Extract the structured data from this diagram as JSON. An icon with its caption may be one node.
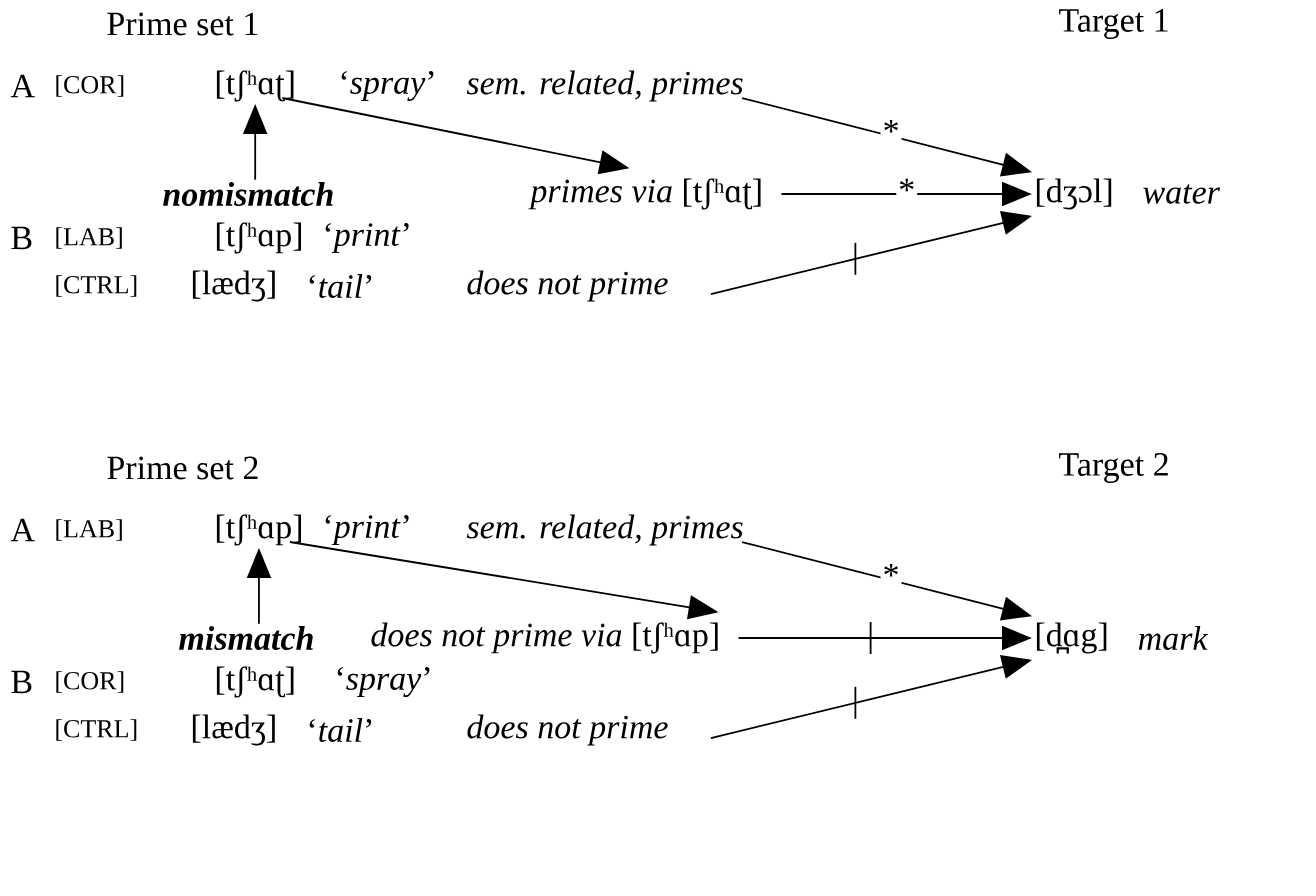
{
  "diagram": {
    "nodes": [
      {
        "text": [
          "[tʃʰɑʈ]"
        ]
      },
      {
        "text": [
          "nomismatch"
        ]
      },
      {
        "text": [
          "sem. related, primes"
        ]
      },
      {
        "text": [
          "*primes via* [tʃʰɑʈ]"
        ]
      },
      {
        "text": [
          "[dʒɔl]"
        ],
        "beside": [
          "water"
        ]
      },
      {
        "text": [
          "does not prime"
        ]
      },
      {
        "text": [
          "[tʃʰɑp]"
        ]
      },
      {
        "text": [
          "mismatch"
        ]
      },
      {
        "text": [
          "sem. related, primes"
        ]
      },
      {
        "text": [
          "*does not prime via* [tʃʰɑp]"
        ]
      },
      {
        "text": [
          "[d̪ɑg]"
        ],
        "beside": [
          "mark"
        ]
      },
      {
        "text": [
          "does not prime"
        ]
      }
    ],
    "edges": [
      {
        "from": 1,
        "to": 0,
        "arrow": "to"
      },
      {
        "from": 0,
        "to": 3,
        "arrow": "to"
      },
      {
        "from": 2,
        "to": 4,
        "arrow": "to",
        "label": "*"
      },
      {
        "from": 3,
        "to": 4,
        "arrow": "to",
        "label": "*"
      },
      {
        "from": 5,
        "to": 4,
        "arrow": "to"
      },
      {
        "from": 7,
        "to": 6,
        "arrow": "to"
      },
      {
        "from": 6,
        "to": 9,
        "arrow": "to"
      },
      {
        "from": 8,
        "to": 10,
        "arrow": "to",
        "label": "*"
      },
      {
        "from": 9,
        "to": 10,
        "arrow": "to"
      },
      {
        "from": 11,
        "to": 10,
        "arrow": "to"
      }
    ],
    "labels": [
      "Prime set 1",
      "Target 1",
      "A",
      "[COR]",
      "‘*spray*’",
      "B",
      "[LAB]",
      "[tʃʰɑp]",
      "‘*print*’",
      "[CTRL]",
      "[lædʒ]",
      "‘*tail*’",
      "Prime set 2",
      "Target 2",
      "A",
      "[LAB]",
      "‘*print*’",
      "B",
      "[COR]",
      "[tʃʰɑʈ]",
      "‘*spray*’",
      "[CTRL]",
      "[lædʒ]",
      "‘*tail*’"
    ]
  }
}
